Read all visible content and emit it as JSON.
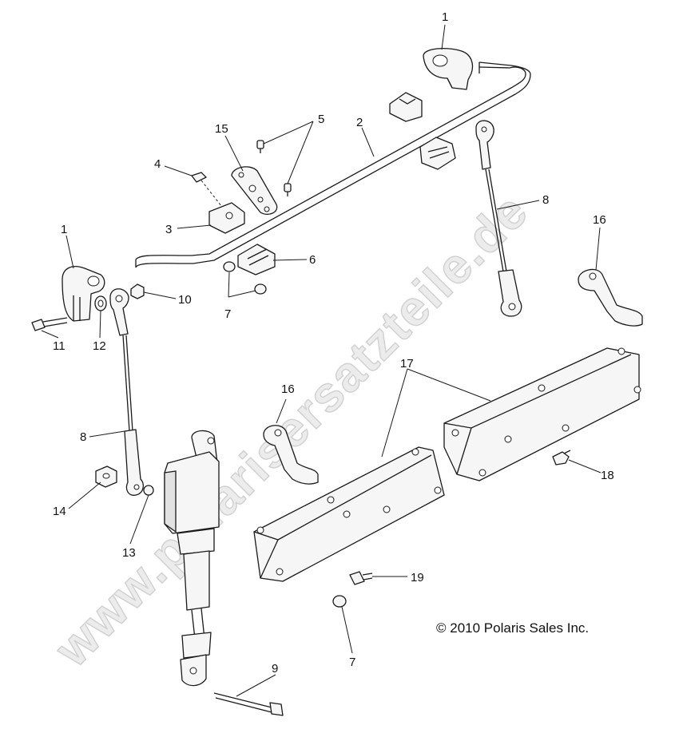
{
  "diagram": {
    "watermark": "www.polarisersatzteile.de",
    "copyright": "© 2010 Polaris Sales Inc.",
    "callouts": {
      "c1_top": "1",
      "c1_left": "1",
      "c2": "2",
      "c3": "3",
      "c4": "4",
      "c5": "5",
      "c6": "6",
      "c7_upper": "7",
      "c7_lower": "7",
      "c8_right": "8",
      "c8_left": "8",
      "c9": "9",
      "c10": "10",
      "c11": "11",
      "c12": "12",
      "c13": "13",
      "c14": "14",
      "c15": "15",
      "c16_right": "16",
      "c16_mid": "16",
      "c17": "17",
      "c18": "18",
      "c19": "19"
    }
  }
}
